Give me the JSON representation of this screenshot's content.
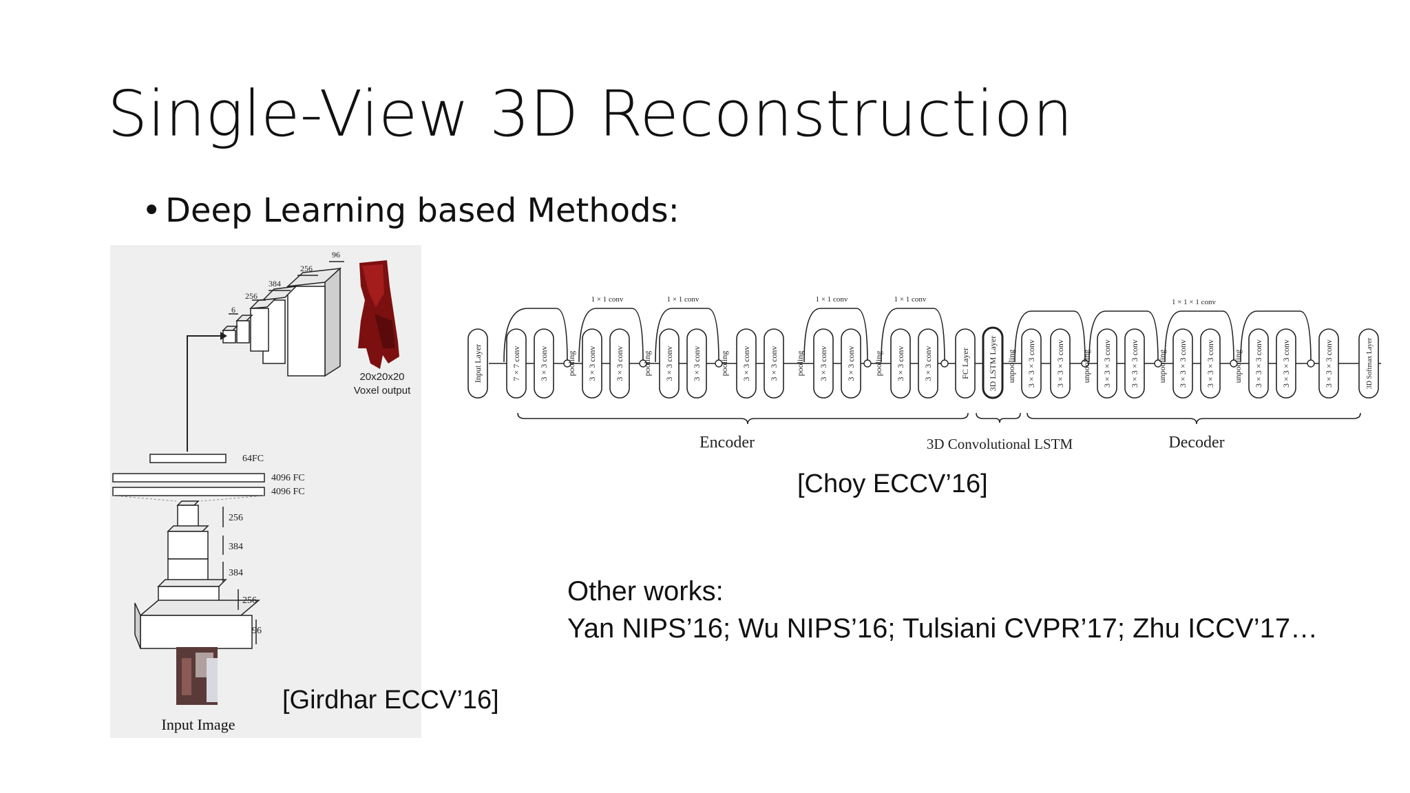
{
  "slide": {
    "title": "Single-View 3D Reconstruction",
    "bullet": "Deep Learning based Methods:",
    "bullet_marker": "•"
  },
  "girdhar": {
    "citation": "[Girdhar ECCV’16]",
    "output_size": "20x20x20",
    "output_label": "Voxel output",
    "input_label": "Input Image",
    "decoder_dims": [
      "6",
      "256",
      "384",
      "256",
      "96"
    ],
    "fc_layers": [
      "64FC",
      "4096 FC",
      "4096 FC"
    ],
    "encoder_dims": [
      "256",
      "384",
      "384",
      "256",
      "96"
    ]
  },
  "choy": {
    "citation": "[Choy ECCV’16]",
    "encoder_label": "Encoder",
    "lstm_label": "3D Convolutional LSTM",
    "decoder_label": "Decoder",
    "skip_labels": [
      "1 × 1 conv",
      "1 × 1 conv",
      "1 × 1 conv",
      "1 × 1 conv",
      "1 × 1 × 1 conv"
    ],
    "layers": {
      "input": "Input Layer",
      "conv7": "7 × 7 conv",
      "conv3": "3 × 3 conv",
      "pool": "pooling",
      "fc": "FC Layer",
      "lstm": "3D LSTM Layer",
      "unpool": "unpooling",
      "conv333": "3 × 3 × 3 conv",
      "softmax": "3D Softmax Layer"
    }
  },
  "other": {
    "heading": "Other works:",
    "list": "Yan NIPS’16; Wu NIPS’16; Tulsiani CVPR’17; Zhu ICCV’17…"
  }
}
